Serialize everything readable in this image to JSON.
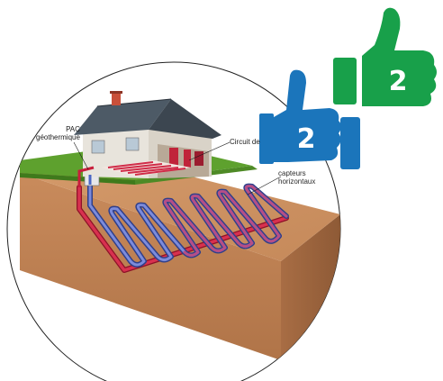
{
  "labels": {
    "pac_line1": "PAC",
    "pac_line2": "géothermique",
    "circuit": "Circuit de",
    "capteurs_line1": "capteurs",
    "capteurs_line2": "horizontaux"
  },
  "badges": {
    "blue_thumb": {
      "number": "2",
      "color": "#1b75bb"
    },
    "green_thumb": {
      "number": "2",
      "color": "#18a04a"
    }
  },
  "colors": {
    "soil": "#c4875a",
    "grass": "#5ea12e",
    "pipe_warm": "#c81e3c",
    "pipe_cold": "#4a66c4",
    "roof": "#4d5a66"
  }
}
